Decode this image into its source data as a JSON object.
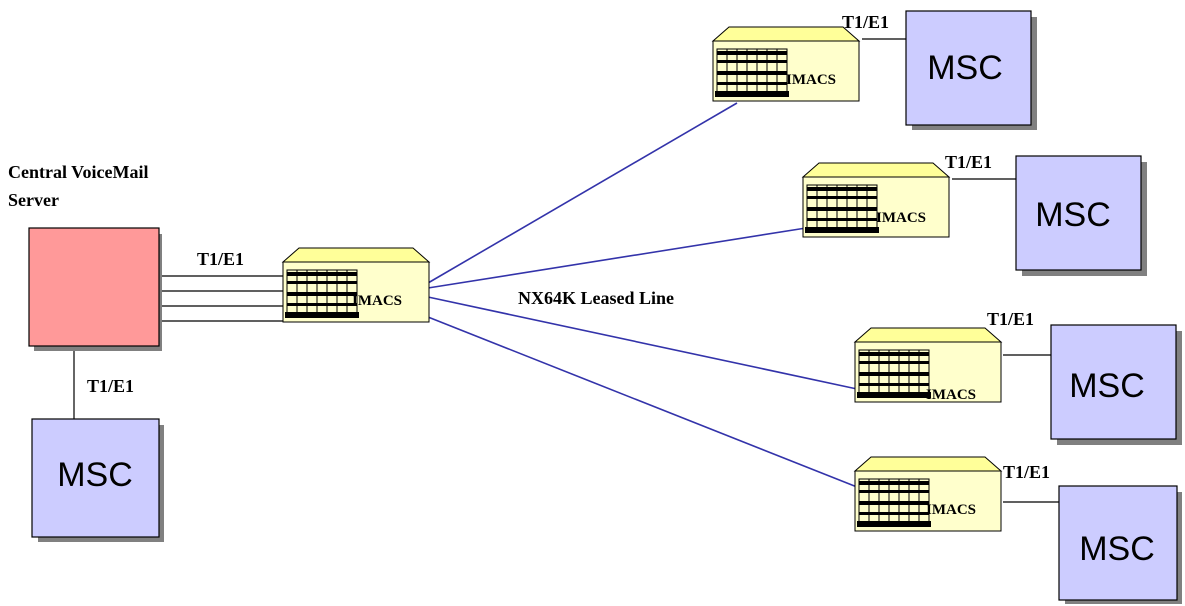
{
  "server": {
    "title_line1": "Central VoiceMail",
    "title_line2": "Server"
  },
  "links": {
    "server_to_hub": "T1/E1",
    "server_to_msc": "T1/E1",
    "leased_line": "NX64K Leased Line"
  },
  "hub": {
    "label": "IMACS"
  },
  "remotes": [
    {
      "imacs_label": "IMACS",
      "link_label": "T1/E1",
      "msc_label": "MSC"
    },
    {
      "imacs_label": "IMACS",
      "link_label": "T1/E1",
      "msc_label": "MSC"
    },
    {
      "imacs_label": "IMACS",
      "link_label": "T1/E1",
      "msc_label": "MSC"
    },
    {
      "imacs_label": "IMACS",
      "link_label": "T1/E1",
      "msc_label": "MSC"
    }
  ],
  "local_msc": {
    "label": "MSC"
  },
  "colors": {
    "server_fill": "#ff9999",
    "msc_fill": "#ccccff",
    "imacs_fill": "#ffffcc",
    "imacs_top_fill": "#ffff99",
    "shadow": "#808080",
    "leased_line": "#3333aa",
    "wire": "#000000"
  }
}
